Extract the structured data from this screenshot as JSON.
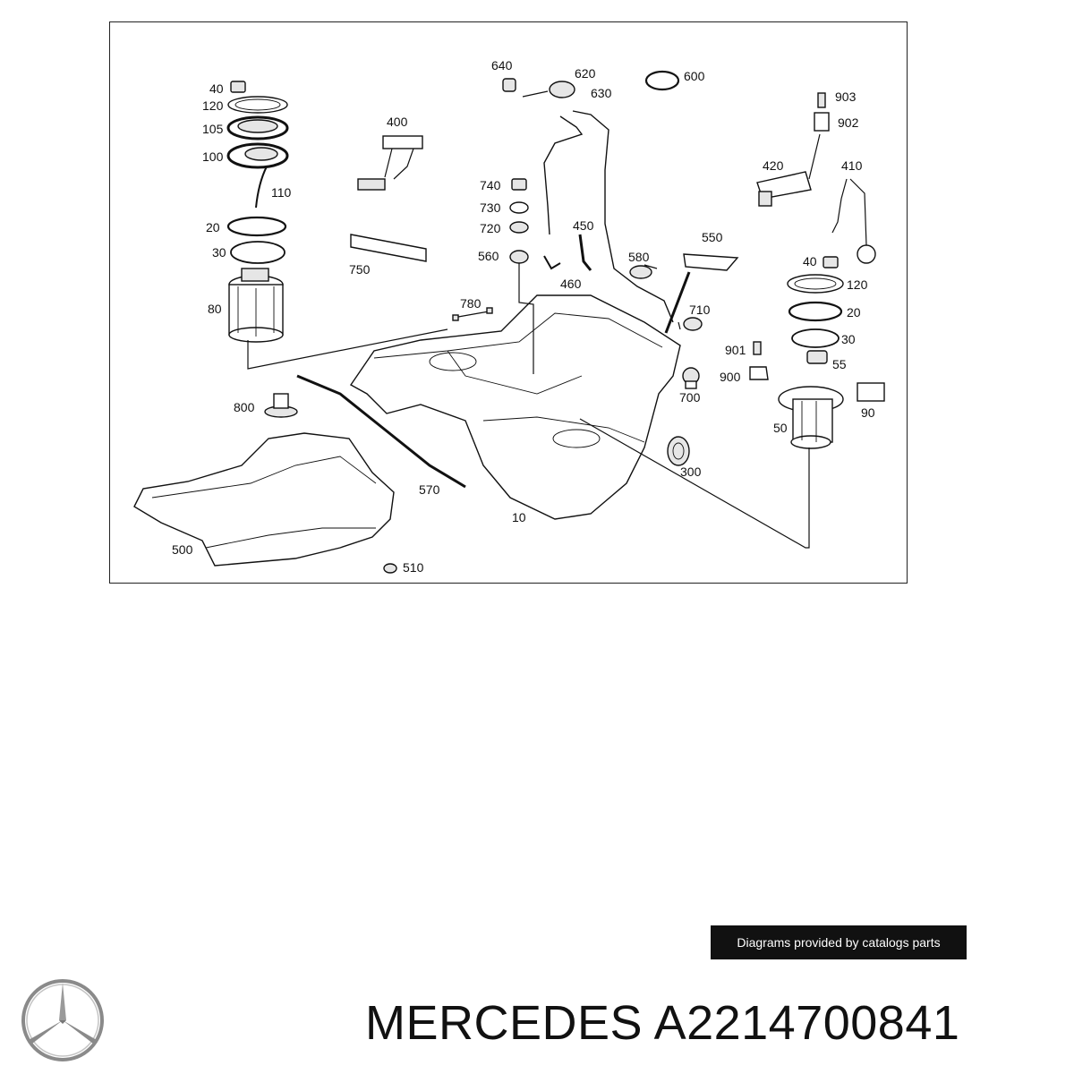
{
  "diagram": {
    "part_labels": [
      "40",
      "120",
      "105",
      "100",
      "110",
      "20",
      "30",
      "80",
      "400",
      "750",
      "640",
      "620",
      "630",
      "600",
      "740",
      "730",
      "720",
      "560",
      "450",
      "460",
      "780",
      "580",
      "550",
      "710",
      "700",
      "903",
      "902",
      "420",
      "410",
      "40",
      "120",
      "20",
      "30",
      "901",
      "900",
      "55",
      "90",
      "50",
      "800",
      "570",
      "10",
      "300",
      "500",
      "510"
    ]
  },
  "watermark": {
    "text": "Diagrams provided by catalogs parts"
  },
  "title": {
    "text": "MERCEDES A2214700841"
  },
  "logo": {
    "icon": "mercedes-star-icon",
    "color": "#8a8a8a"
  }
}
